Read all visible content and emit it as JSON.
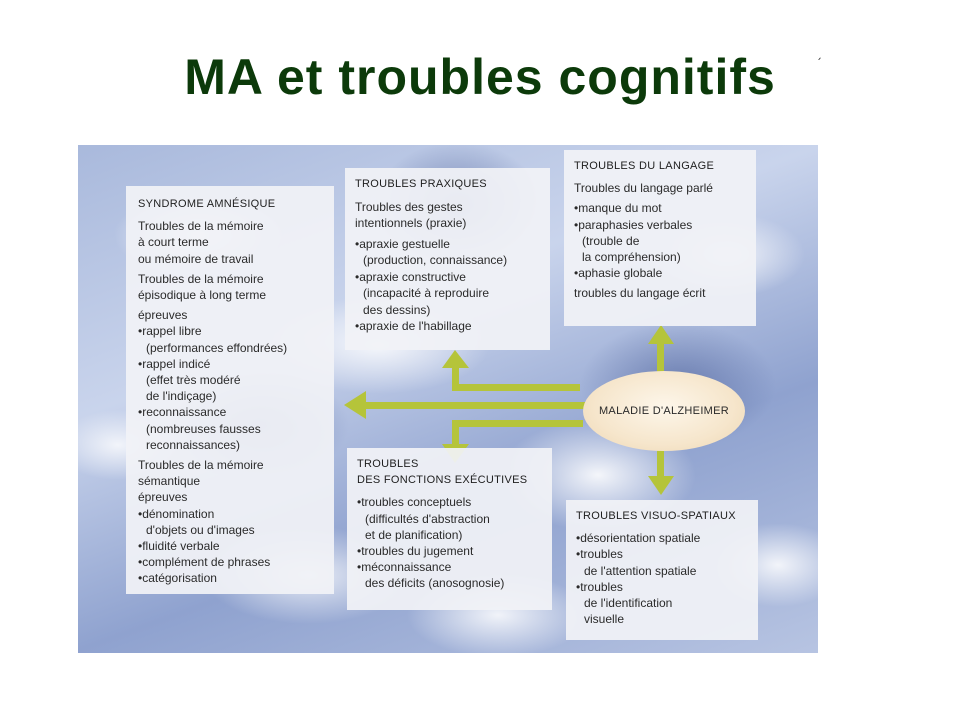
{
  "title": "MA et troubles cognitifs",
  "center": "MALADIE D'ALZHEIMER",
  "boxes": {
    "amnesique": {
      "header": "SYNDROME AMNÉSIQUE",
      "lines": [
        "Troubles de la mémoire",
        "à court terme",
        "ou mémoire de travail",
        "Troubles de la mémoire",
        "épisodique à long terme",
        "épreuves",
        "•rappel libre",
        "(performances effondrées)",
        "•rappel indicé",
        "(effet très modéré",
        "de l'indiçage)",
        "•reconnaissance",
        "(nombreuses fausses",
        "reconnaissances)",
        "Troubles de la mémoire",
        "sémantique",
        "épreuves",
        "•dénomination",
        "d'objets ou d'images",
        "•fluidité verbale",
        "•complément de phrases",
        "•catégorisation"
      ]
    },
    "praxiques": {
      "header": "TROUBLES PRAXIQUES",
      "lines": [
        "Troubles des gestes",
        "intentionnels (praxie)",
        "•apraxie gestuelle",
        "(production, connaissance)",
        "•apraxie constructive",
        "(incapacité à reproduire",
        "des dessins)",
        "•apraxie de l'habillage"
      ]
    },
    "langage": {
      "header": "TROUBLES DU LANGAGE",
      "lines": [
        "Troubles du langage parlé",
        "•manque du mot",
        "•paraphasies verbales",
        "(trouble de",
        "la compréhension)",
        "•aphasie globale",
        "troubles du langage écrit"
      ]
    },
    "executives": {
      "header1": "TROUBLES",
      "header2": "DES FONCTIONS EXÉCUTIVES",
      "lines": [
        "•troubles conceptuels",
        "(difficultés d'abstraction",
        "et de planification)",
        "•troubles du jugement",
        "•méconnaissance",
        "des déficits (anosognosie)"
      ]
    },
    "visuo": {
      "header": "TROUBLES VISUO-SPATIAUX",
      "lines": [
        "•désorientation spatiale",
        "•troubles",
        "de l'attention spatiale",
        "•troubles",
        "de l'identification",
        "visuelle"
      ]
    }
  },
  "colors": {
    "title": "#0c3a0a",
    "arrow": "#b5c43a"
  }
}
